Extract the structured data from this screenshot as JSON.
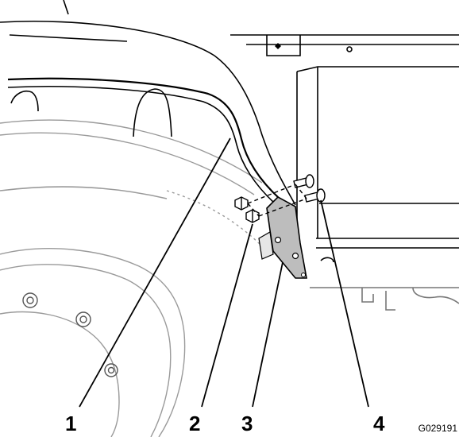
{
  "callouts": [
    {
      "id": "1",
      "label": "1"
    },
    {
      "id": "2",
      "label": "2"
    },
    {
      "id": "3",
      "label": "3"
    },
    {
      "id": "4",
      "label": "4"
    }
  ],
  "figure_id": "G029191"
}
